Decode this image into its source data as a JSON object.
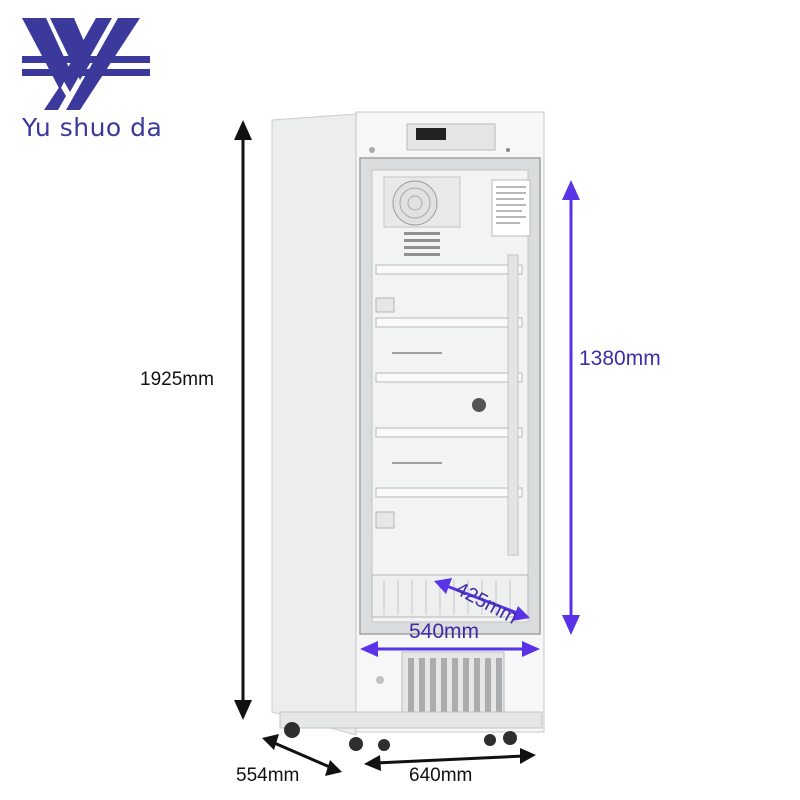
{
  "brand": {
    "name": "Yu shuo da",
    "logo_icon": "yv-monogram-logo-icon",
    "color": "#3b3a9c"
  },
  "dimensions": {
    "overall_height": "1925mm",
    "interior_height": "1380mm",
    "depth": "554mm",
    "width": "640mm",
    "interior_width": "540mm",
    "interior_depth": "425mm"
  },
  "colors": {
    "arrow_purple": "#5a32e8",
    "arrow_black": "#111111",
    "cabinet": "#f4f5f5"
  }
}
